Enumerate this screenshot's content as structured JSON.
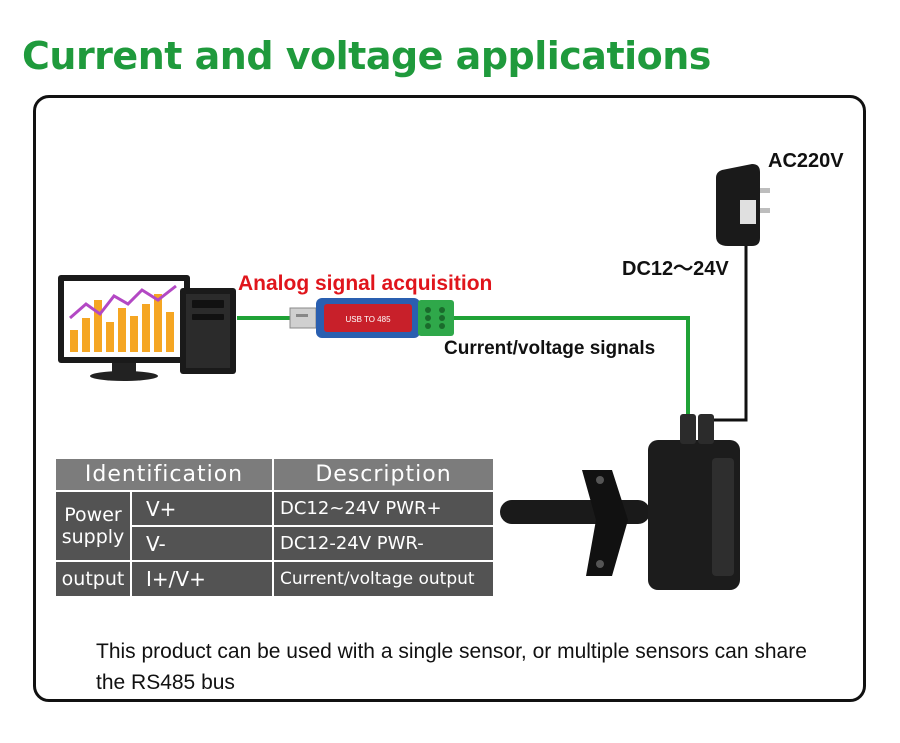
{
  "title": "Current and voltage applications",
  "labels": {
    "ac": "AC220V",
    "dc": "DC12～24V",
    "analog": "Analog signal acquisition",
    "signals": "Current/voltage signals"
  },
  "converter_text": "USB TO 485",
  "table": {
    "headers": [
      "Identification",
      "Description"
    ],
    "groups": [
      {
        "label": "Power supply",
        "rows": [
          {
            "id": "V+",
            "desc": "DC12~24V PWR+"
          },
          {
            "id": "V-",
            "desc": "DC12-24V  PWR-"
          }
        ]
      },
      {
        "label": "output",
        "rows": [
          {
            "id": "I+/V+",
            "desc": "Current/voltage output"
          }
        ]
      }
    ]
  },
  "note": "This product can be used with a single sensor, or multiple sensors can share the RS485 bus",
  "colors": {
    "title": "#1f9a3c",
    "wire_green": "#1fa236",
    "analog_red": "#e0151c",
    "table_cell": "#535353",
    "table_header": "#7c7c7c"
  }
}
